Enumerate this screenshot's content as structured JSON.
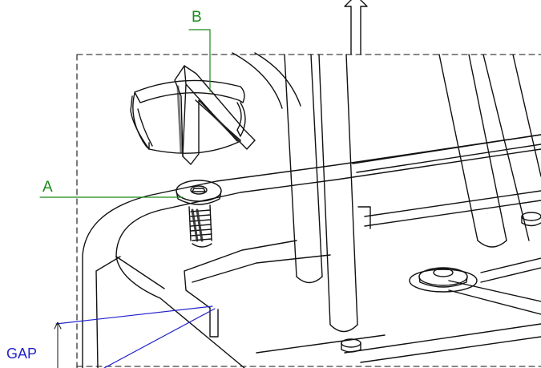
{
  "labels": {
    "b": "B",
    "a": "A",
    "gap": "GAP"
  },
  "colors": {
    "callout_green": "#1a8a1a",
    "callout_blue": "#2222cc",
    "line_black": "#111111"
  }
}
